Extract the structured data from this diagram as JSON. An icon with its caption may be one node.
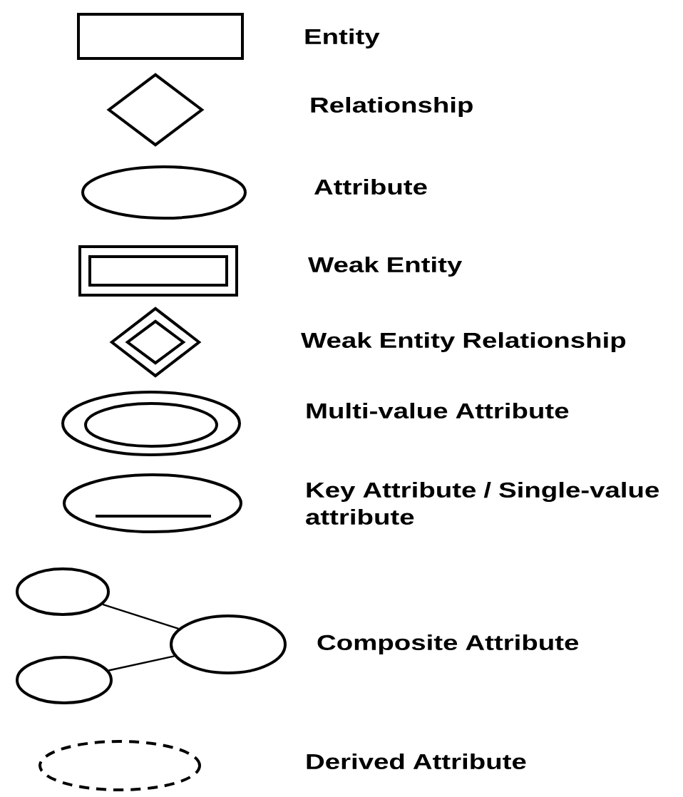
{
  "diagram": {
    "nodes": [
      {
        "text": [],
        "shape": "box"
      },
      {
        "text": [],
        "shape": "diamond"
      },
      {
        "text": [],
        "shape": "ellipse"
      },
      {
        "text": [],
        "shape": "box"
      },
      {
        "text": [],
        "shape": "diamond"
      },
      {
        "text": [],
        "shape": "ellipse"
      },
      {
        "text": [],
        "shape": "ellipse"
      },
      {
        "text": [],
        "shape": "circle"
      },
      {
        "text": [],
        "shape": "circle"
      },
      {
        "text": [],
        "shape": "circle"
      },
      {
        "text": [],
        "shape": "ellipse"
      }
    ],
    "edges": [
      {
        "from": 7,
        "to": 9,
        "arrow": "none"
      },
      {
        "from": 8,
        "to": 9,
        "arrow": "none"
      }
    ],
    "labels": [
      "Entity",
      "Relationship",
      "Attribute",
      "Weak Entity",
      "Weak Entity Relationship",
      "Multi-value Attribute",
      "Key Attribute / Single-value attribute",
      "Composite Attribute",
      "Derived Attribute"
    ]
  }
}
